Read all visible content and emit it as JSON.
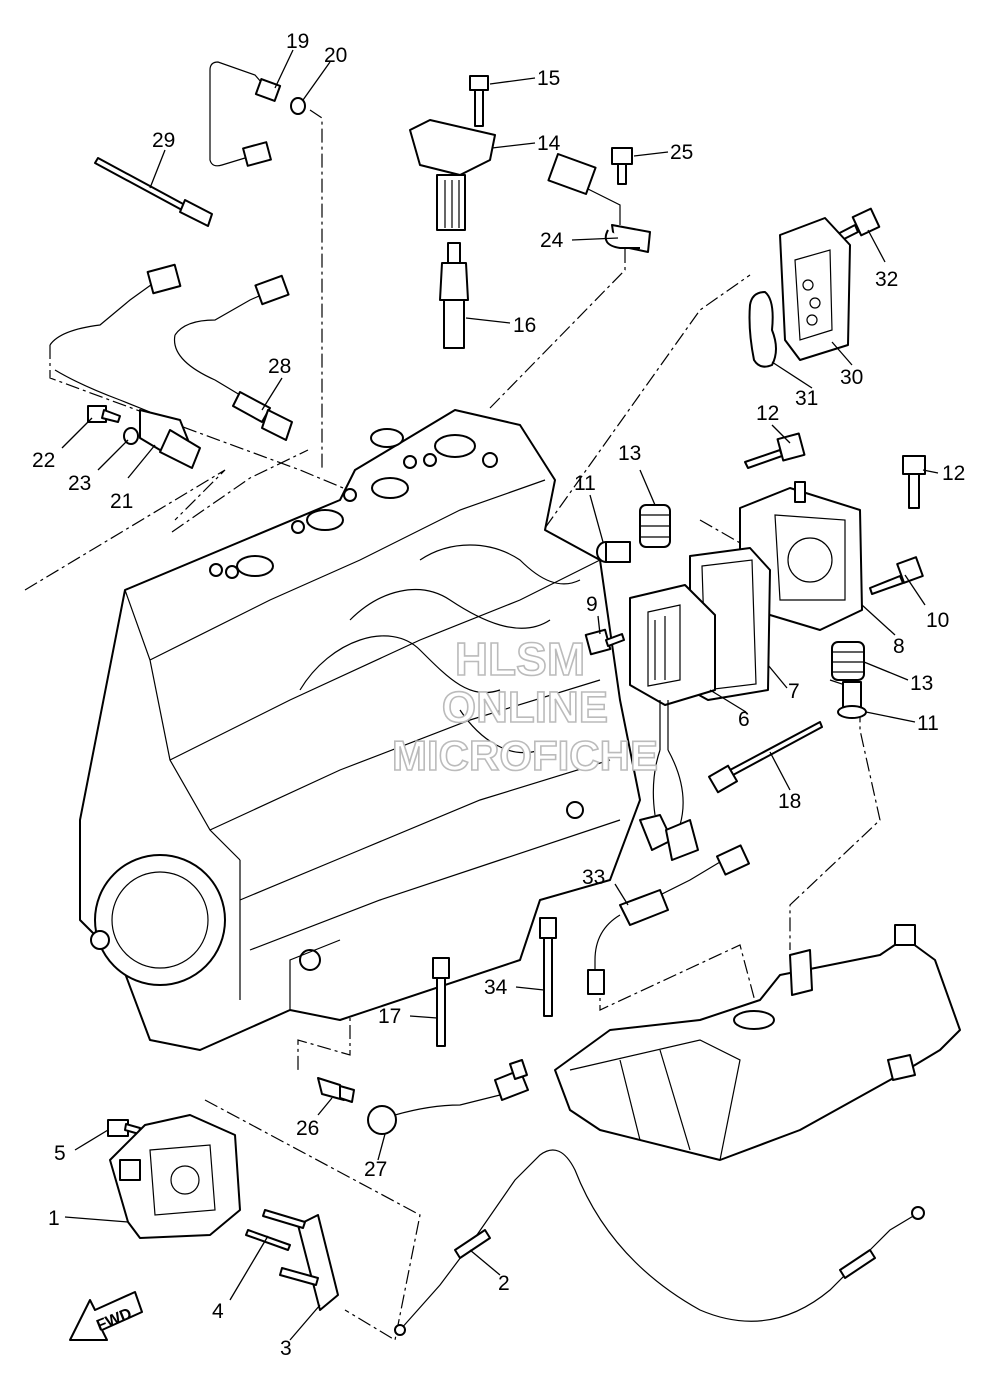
{
  "callouts": [
    {
      "id": "19",
      "label": "19"
    },
    {
      "id": "20",
      "label": "20"
    },
    {
      "id": "15",
      "label": "15"
    },
    {
      "id": "29",
      "label": "29"
    },
    {
      "id": "14",
      "label": "14"
    },
    {
      "id": "25",
      "label": "25"
    },
    {
      "id": "24",
      "label": "24"
    },
    {
      "id": "32",
      "label": "32"
    },
    {
      "id": "16",
      "label": "16"
    },
    {
      "id": "30",
      "label": "30"
    },
    {
      "id": "28",
      "label": "28"
    },
    {
      "id": "31",
      "label": "31"
    },
    {
      "id": "22",
      "label": "22"
    },
    {
      "id": "23",
      "label": "23"
    },
    {
      "id": "21",
      "label": "21"
    },
    {
      "id": "12a",
      "label": "12"
    },
    {
      "id": "13a",
      "label": "13"
    },
    {
      "id": "11a",
      "label": "11"
    },
    {
      "id": "12b",
      "label": "12"
    },
    {
      "id": "10",
      "label": "10"
    },
    {
      "id": "9",
      "label": "9"
    },
    {
      "id": "8",
      "label": "8"
    },
    {
      "id": "13b",
      "label": "13"
    },
    {
      "id": "7",
      "label": "7"
    },
    {
      "id": "11b",
      "label": "11"
    },
    {
      "id": "6",
      "label": "6"
    },
    {
      "id": "18",
      "label": "18"
    },
    {
      "id": "33",
      "label": "33"
    },
    {
      "id": "34",
      "label": "34"
    },
    {
      "id": "17",
      "label": "17"
    },
    {
      "id": "26",
      "label": "26"
    },
    {
      "id": "27",
      "label": "27"
    },
    {
      "id": "5",
      "label": "5"
    },
    {
      "id": "1",
      "label": "1"
    },
    {
      "id": "2",
      "label": "2"
    },
    {
      "id": "4",
      "label": "4"
    },
    {
      "id": "3",
      "label": "3"
    }
  ],
  "watermark": {
    "line1": "HLSM",
    "line2": "ONLINE",
    "line3": "MICROFICHE"
  },
  "fwd_label": "FWD"
}
